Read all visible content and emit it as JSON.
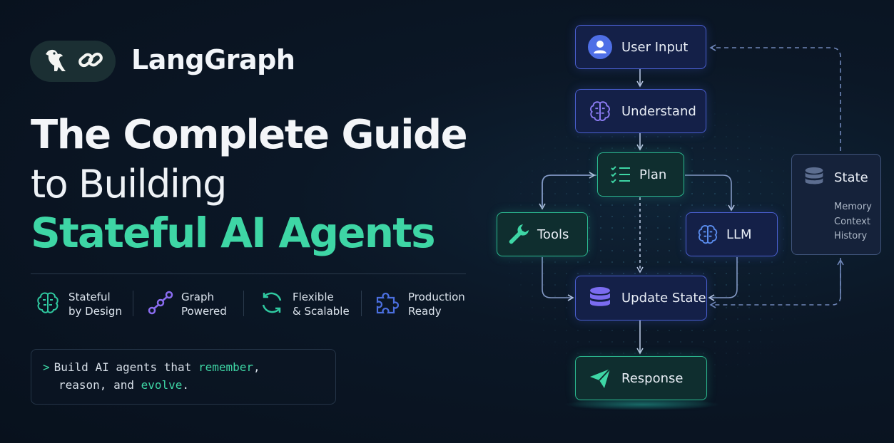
{
  "brand": {
    "name": "LangGraph",
    "logo_icons": [
      "parrot-icon",
      "link-icon"
    ]
  },
  "headline": {
    "line1": "The Complete Guide",
    "line2": "to Building",
    "line3": "Stateful AI Agents"
  },
  "features": [
    {
      "line1": "Stateful",
      "line2": "by Design",
      "icon": "brain-icon"
    },
    {
      "line1": "Graph",
      "line2": "Powered",
      "icon": "graph-nodes-icon"
    },
    {
      "line1": "Flexible",
      "line2": "& Scalable",
      "icon": "refresh-icon"
    },
    {
      "line1": "Production",
      "line2": "Ready",
      "icon": "puzzle-icon"
    }
  ],
  "terminal": {
    "prompt": ">",
    "line1_a": "Build AI agents that ",
    "line1_hl": "remember",
    "line1_b": ",",
    "line2_a": "reason, and ",
    "line2_hl": "evolve",
    "line2_b": "."
  },
  "diagram": {
    "nodes": {
      "user_input": "User Input",
      "understand": "Understand",
      "plan": "Plan",
      "tools": "Tools",
      "llm": "LLM",
      "update_state": "Update State",
      "response": "Response"
    },
    "state": {
      "title": "State",
      "items": [
        "Memory",
        "Context",
        "History"
      ]
    }
  },
  "colors": {
    "accent_green": "#3ed6a5",
    "node_blue": "#4a5fd0",
    "background": "#0b1726"
  }
}
